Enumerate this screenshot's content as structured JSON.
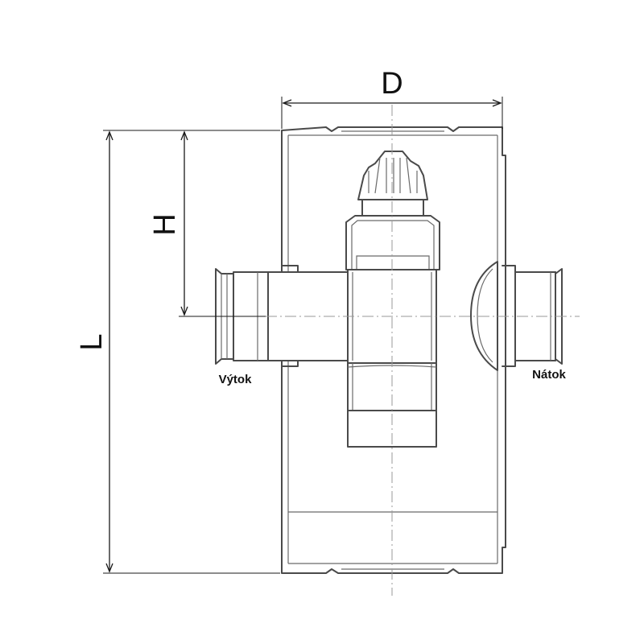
{
  "dimensions": {
    "diameter": "D",
    "height": "H",
    "length": "L"
  },
  "ports": {
    "outlet": "Výtok",
    "inlet": "Nátok"
  }
}
